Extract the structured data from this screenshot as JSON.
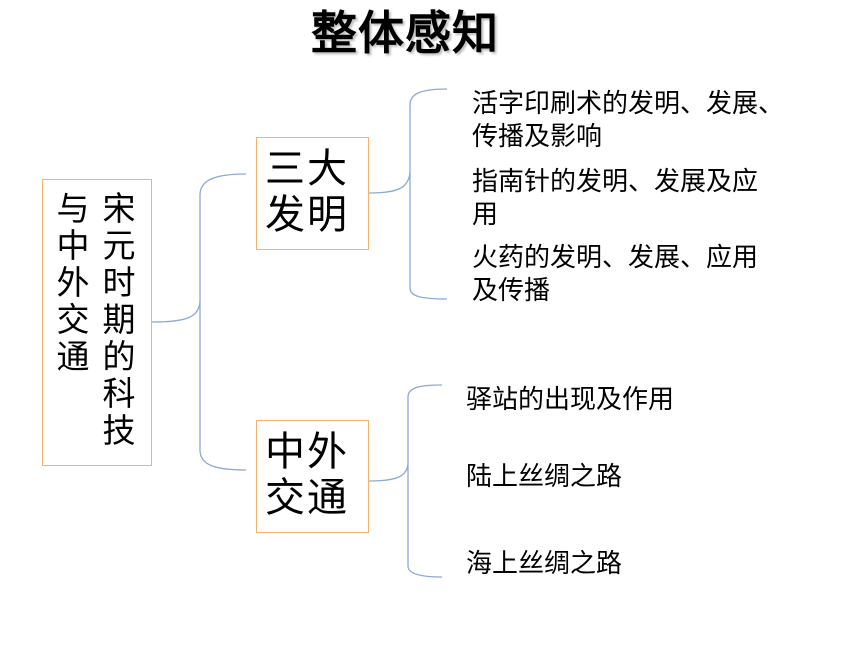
{
  "title": "整体感知",
  "root": {
    "col1": "宋元时期的科技",
    "col2": "与中外交通"
  },
  "branches": [
    {
      "line1": "三大",
      "line2": "发明",
      "leaves": [
        {
          "line1": "活字印刷术的发明、发展、",
          "line2": "传播及影响"
        },
        {
          "line1": "指南针的发明、发展及应",
          "line2": "用"
        },
        {
          "line1": "火药的发明、发展、应用",
          "line2": "及传播"
        }
      ]
    },
    {
      "line1": "中外",
      "line2": "交通",
      "leaves": [
        {
          "line1": "驿站的出现及作用"
        },
        {
          "line1": "陆上丝绸之路"
        },
        {
          "line1": "海上丝绸之路"
        }
      ]
    }
  ],
  "colors": {
    "box_border": "#f3b26b",
    "bracket": "#8fa8d8"
  }
}
